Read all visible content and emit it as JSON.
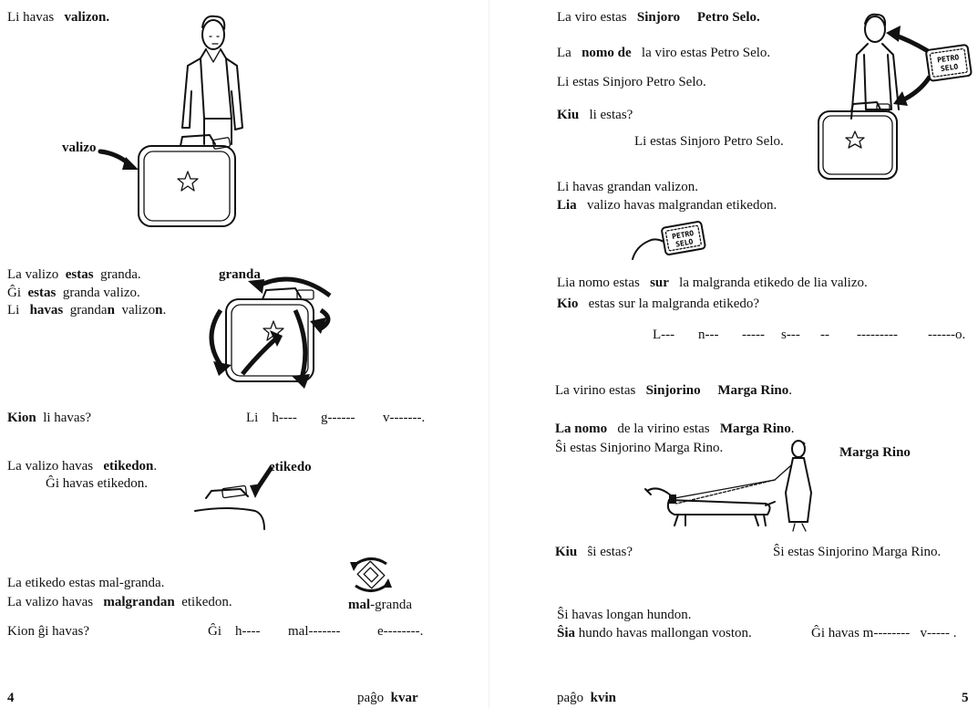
{
  "left_page": {
    "l1": {
      "a": "Li havas",
      "b": "valizon",
      "c": "."
    },
    "label_valizo": "valizo",
    "label_granda": "granda",
    "s2": [
      {
        "a": "La valizo",
        "b": "estas",
        "c": "granda."
      },
      {
        "a": "Ĝi",
        "b": "estas",
        "c": "granda  valizo."
      },
      {
        "a": "Li",
        "b": "havas",
        "c": "granda",
        "d": "n",
        "e": "valizo",
        "f": "n",
        "g": "."
      }
    ],
    "q1": {
      "q": "Kion",
      "rest": "li havas?",
      "ans1": "Li",
      "ans2": "h----",
      "ans3": "g------",
      "ans4": "v-------."
    },
    "s3": [
      {
        "a": "La valizo havas",
        "b": "etikedon",
        "c": "."
      },
      {
        "a": "Ĝi havas etikedon."
      }
    ],
    "label_etikedo": "etikedo",
    "s4": [
      {
        "a": "La etikedo estas mal-granda."
      },
      {
        "a": "La valizo havas",
        "b": "malgrandan",
        "c": "etikedon."
      }
    ],
    "label_malgranda": {
      "b": "mal",
      "a": "-granda"
    },
    "q2": {
      "q": "Kion ĝi havas?",
      "ans1": "Ĝi",
      "ans2": "h----",
      "ans3": "mal-------",
      "ans4": "e--------."
    },
    "footer_num": "4",
    "footer_word": {
      "a": "paĝo",
      "b": "kvar"
    }
  },
  "right_page": {
    "r1": {
      "a": "La viro estas",
      "b": "Sinjoro",
      "c": "Petro Selo",
      "d": "."
    },
    "r2": {
      "a": "La",
      "b": "nomo de",
      "c": "la viro estas Petro Selo."
    },
    "r3": "Li estas Sinjoro Petro Selo.",
    "r4": {
      "q": "Kiu",
      "rest": "li estas?"
    },
    "r5": "Li estas Sinjoro Petro Selo.",
    "tag_line1": "PETRO",
    "tag_line2": "SELO",
    "r6": "Li havas grandan valizon.",
    "r7": {
      "b": "Lia",
      "a": "valizo havas malgrandan etikedon."
    },
    "r8": {
      "a": "Lia nomo estas",
      "b": "sur",
      "c": "la malgranda etikedo de lia valizo."
    },
    "r9": {
      "b": "Kio",
      "a": "estas sur la malgranda etikedo?"
    },
    "r10": [
      "L---",
      "n---",
      "-----",
      "s---",
      "--",
      "---------",
      "------o."
    ],
    "r11": {
      "a": "La virino estas",
      "b": "Sinjorino",
      "c": "Marga Rino",
      "d": "."
    },
    "r12": {
      "b": "La nomo",
      "a": "de la virino estas",
      "c": "Marga Rino",
      "d": "."
    },
    "r13": "Ŝi estas Sinjorino Marga Rino.",
    "label_marga": "Marga Rino",
    "r14": {
      "q": "Kiu",
      "rest": "ŝi estas?",
      "ans": "Ŝi estas Sinjorino Marga Rino."
    },
    "r15": "Ŝi havas longan hundon.",
    "r16": {
      "b": "Ŝia",
      "a": "hundo havas mallongan voston.",
      "ans1": "Ĝi havas m--------",
      "ans2": "v----- ."
    },
    "footer_word": {
      "a": "paĝo",
      "b": "kvin"
    },
    "footer_num": "5"
  }
}
